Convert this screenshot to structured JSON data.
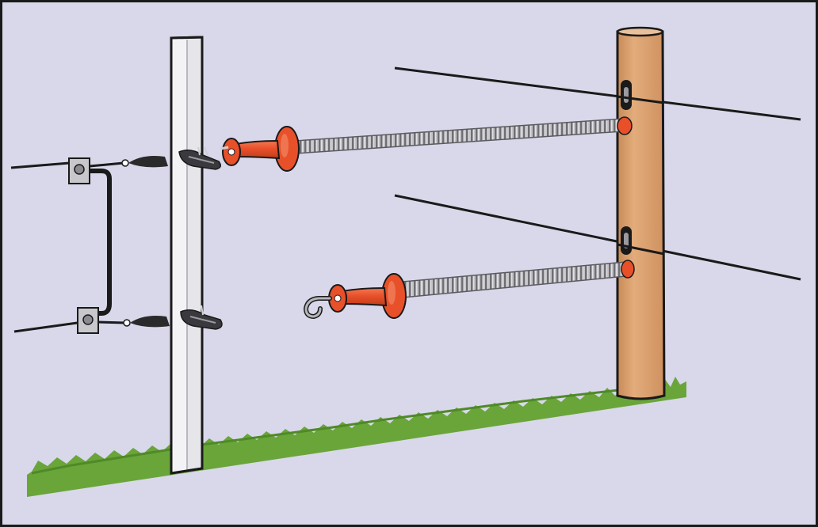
{
  "colors": {
    "background": "#d8d8ea",
    "frame": "#1a1a1a",
    "wire": "#1a1a1a",
    "grass": "#6aa53a",
    "grass_dark": "#4f8a27",
    "metal_post": "#e6e6ea",
    "metal_post_shade": "#b9b9c3",
    "wood_post": "#d9a06f",
    "wood_post_light": "#e8b787",
    "wood_post_top": "#e9c09a",
    "handle_orange": "#e8502a",
    "handle_highlight": "#f48d6a",
    "spring": "#b8b8bc",
    "spring_dark": "#7c7c82",
    "hook": "#9a9aa0",
    "insulator_plate": "#c8c8cc"
  },
  "icons": {
    "steel-post": "steel-angle-post",
    "wooden-post": "round-wooden-post",
    "gate-handle": "gate-handle-with-spring",
    "gate-hook": "gate-hook",
    "insulator": "ring-insulator",
    "connector": "wire-connector-plate",
    "clamp": "wire-clamp"
  }
}
